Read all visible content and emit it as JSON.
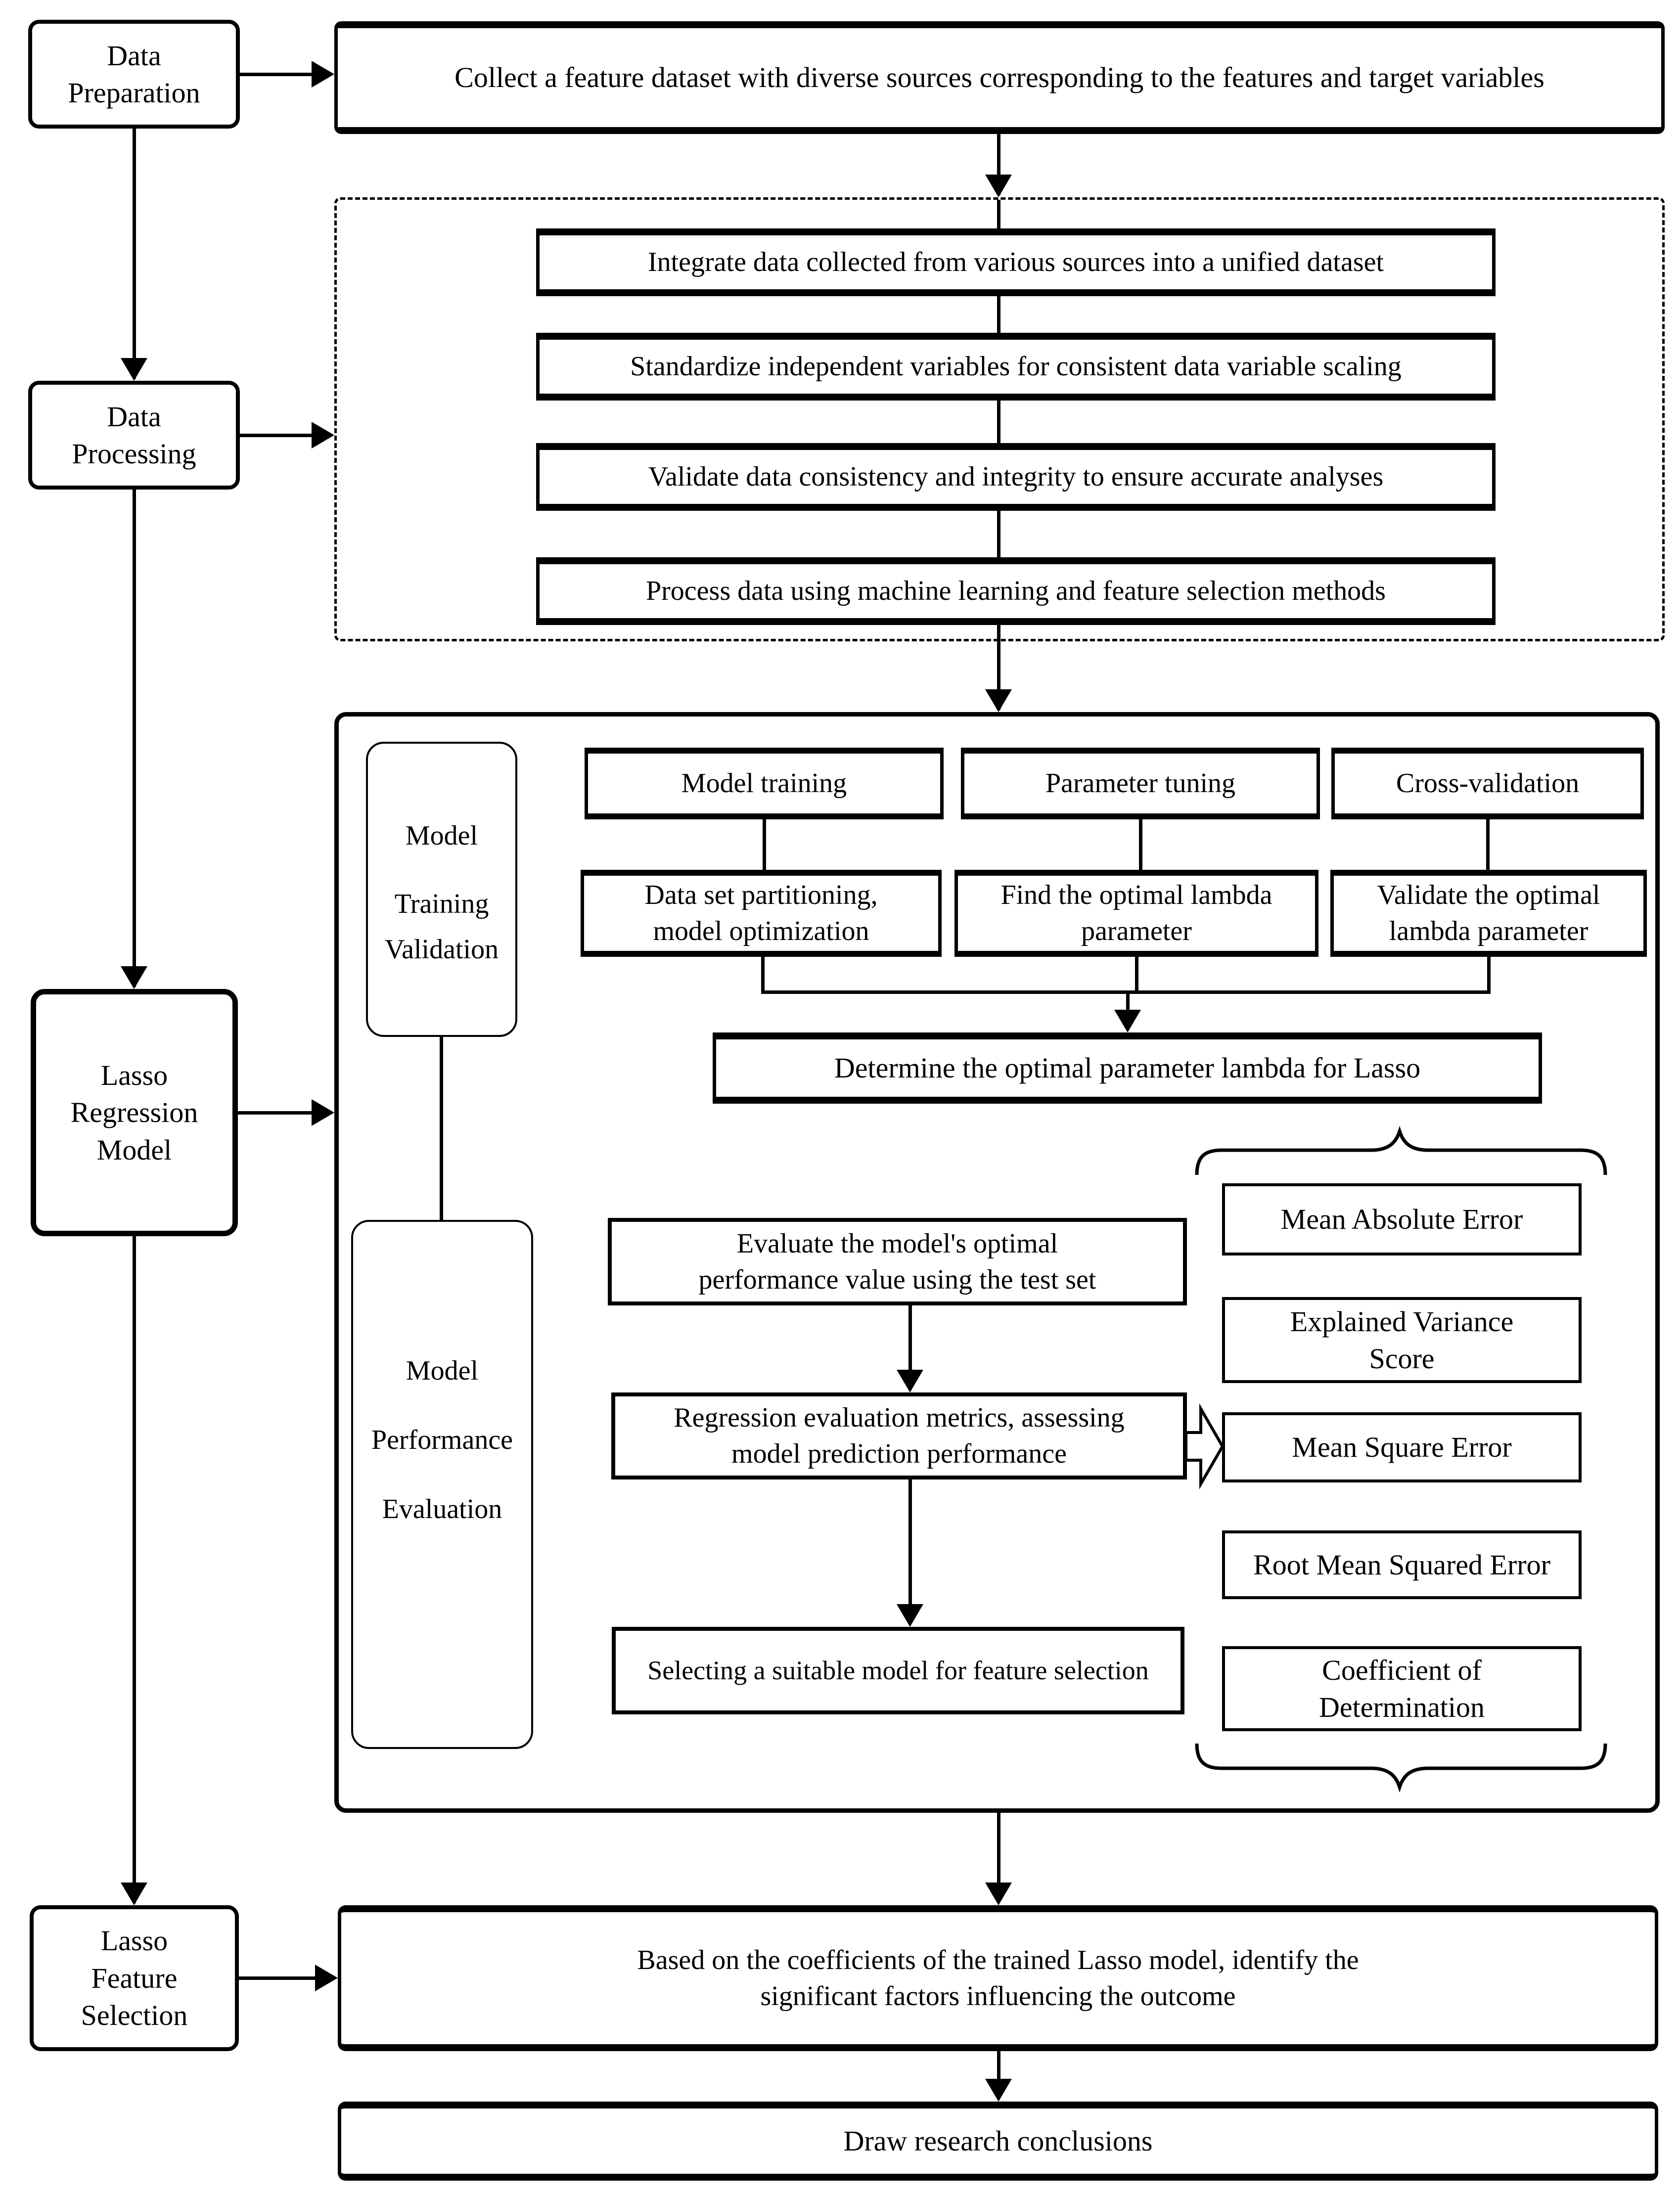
{
  "title": "Lasso regression research workflow flowchart",
  "colors": {
    "stroke": "#000000",
    "background": "#ffffff"
  },
  "stages": {
    "data_preparation": {
      "lines": [
        "Data",
        "Preparation"
      ]
    },
    "data_processing": {
      "lines": [
        "Data",
        "Processing"
      ]
    },
    "lasso_regression_model": {
      "lines": [
        "Lasso",
        "Regression",
        "Model"
      ]
    },
    "lasso_feature_selection": {
      "lines": [
        "Lasso",
        "Feature",
        "Selection"
      ]
    }
  },
  "steps": {
    "collect": "Collect a feature dataset with diverse sources corresponding to the features and target variables",
    "processing": [
      "Integrate data collected from various sources into a unified dataset",
      "Standardize independent variables for consistent data variable scaling",
      "Validate data consistency and integrity to ensure accurate analyses",
      "Process data using machine learning and feature selection methods"
    ],
    "model_training_validation": {
      "lines": [
        "Model",
        "Training",
        "Validation"
      ]
    },
    "training_columns": [
      {
        "header": "Model training",
        "detail_lines": [
          "Data set partitioning,",
          "model optimization"
        ]
      },
      {
        "header": "Parameter tuning",
        "detail_lines": [
          "Find the optimal lambda",
          "parameter"
        ]
      },
      {
        "header": "Cross-validation",
        "detail_lines": [
          "Validate the optimal",
          "lambda parameter"
        ]
      }
    ],
    "determine_lambda": "Determine the optimal parameter lambda  for Lasso",
    "model_performance_evaluation": {
      "lines": [
        "Model",
        "Performance",
        "Evaluation"
      ]
    },
    "evaluate_test": {
      "lines": [
        "Evaluate the model's optimal",
        "performance value using the test set"
      ]
    },
    "regression_metrics": {
      "lines": [
        "Regression evaluation metrics, assessing",
        "model prediction performance"
      ]
    },
    "selecting_model": "Selecting a suitable model for feature selection",
    "metrics": [
      {
        "lines": [
          "Mean Absolute Error"
        ]
      },
      {
        "lines": [
          "Explained Variance",
          "Score"
        ]
      },
      {
        "lines": [
          "Mean Square Error"
        ]
      },
      {
        "lines": [
          "Root Mean Squared Error"
        ]
      },
      {
        "lines": [
          "Coefficient of",
          "Determination"
        ]
      }
    ],
    "identify_factors": {
      "lines": [
        "Based on the coefficients of the trained Lasso model, identify the",
        "significant factors influencing the outcome"
      ]
    },
    "draw_conclusions": "Draw research conclusions"
  }
}
